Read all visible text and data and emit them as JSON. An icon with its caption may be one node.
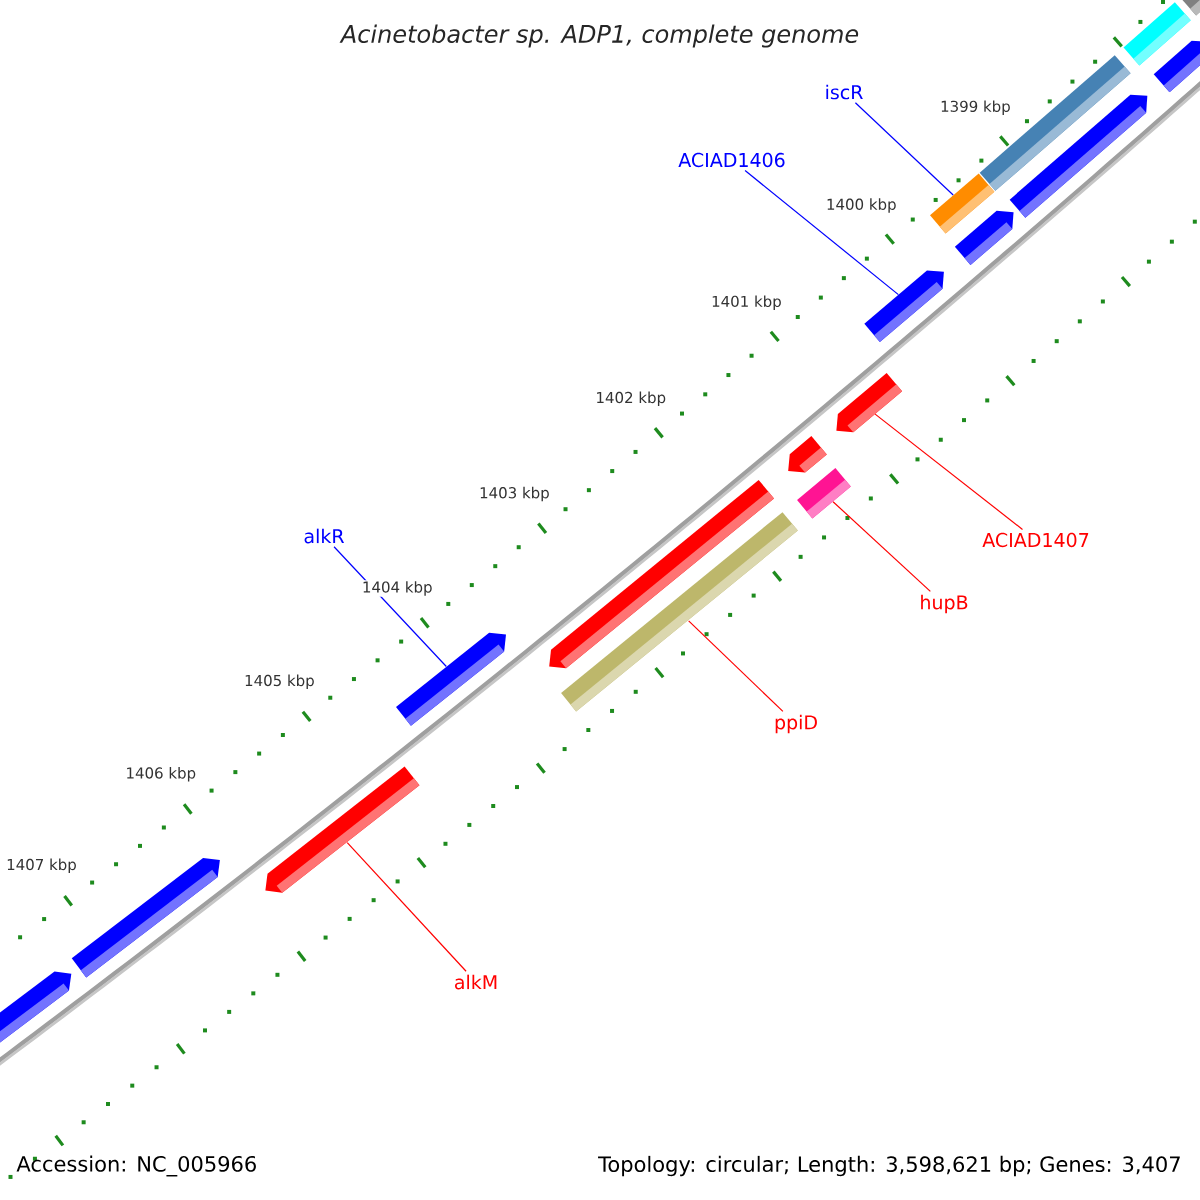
{
  "diagram": {
    "title": "Acinetobacter sp. ADP1, complete genome",
    "nodes": [
      {
        "text": [
          "iscR"
        ]
      },
      {
        "text": [
          "ACIAD1406"
        ]
      },
      {
        "text": [
          "alkR"
        ]
      },
      {
        "text": [
          "ACIAD1407"
        ]
      },
      {
        "text": [
          "hupB"
        ]
      },
      {
        "text": [
          "ppiD"
        ]
      },
      {
        "text": [
          "alkM"
        ]
      },
      {
        "text": [],
        "shape": "bar"
      },
      {
        "text": [],
        "shape": "bar"
      },
      {
        "text": [],
        "shape": "bar"
      },
      {
        "text": [],
        "shape": "bar"
      },
      {
        "text": [],
        "shape": "bar"
      },
      {
        "text": [],
        "shape": "bar"
      },
      {
        "text": [],
        "shape": "bar"
      },
      {
        "text": [],
        "shape": "bar"
      },
      {
        "text": [],
        "shape": "bar"
      },
      {
        "text": [],
        "shape": "bar"
      },
      {
        "text": [],
        "shape": "bar"
      },
      {
        "text": [],
        "shape": "bar"
      },
      {
        "text": [],
        "shape": "bar"
      },
      {
        "text": [],
        "shape": "bar"
      },
      {
        "text": [],
        "shape": "bar"
      },
      {
        "text": [],
        "shape": "bar"
      },
      {
        "text": [],
        "shape": "bar"
      }
    ],
    "edges": [
      {
        "from": 0,
        "to": 12,
        "arrow": "none",
        "color": "#0000ff"
      },
      {
        "from": 1,
        "to": 14,
        "arrow": "none",
        "color": "#0000ff"
      },
      {
        "from": 2,
        "to": 20,
        "arrow": "none",
        "color": "#0000ff"
      },
      {
        "from": 3,
        "to": 15,
        "arrow": "none"
      },
      {
        "from": 4,
        "to": 17,
        "arrow": "none"
      },
      {
        "from": 5,
        "to": 19,
        "arrow": "none"
      },
      {
        "from": 6,
        "to": 21,
        "arrow": "none"
      }
    ],
    "labels": [
      "1399 kbp",
      "1400 kbp",
      "1401 kbp",
      "1402 kbp",
      "1403 kbp",
      "1404 kbp",
      "1405 kbp",
      "1406 kbp",
      "1407 kbp",
      "Accession: NC_005966",
      "Topology: circular; Length: 3,598,621 bp; Genes: 3,407"
    ]
  }
}
